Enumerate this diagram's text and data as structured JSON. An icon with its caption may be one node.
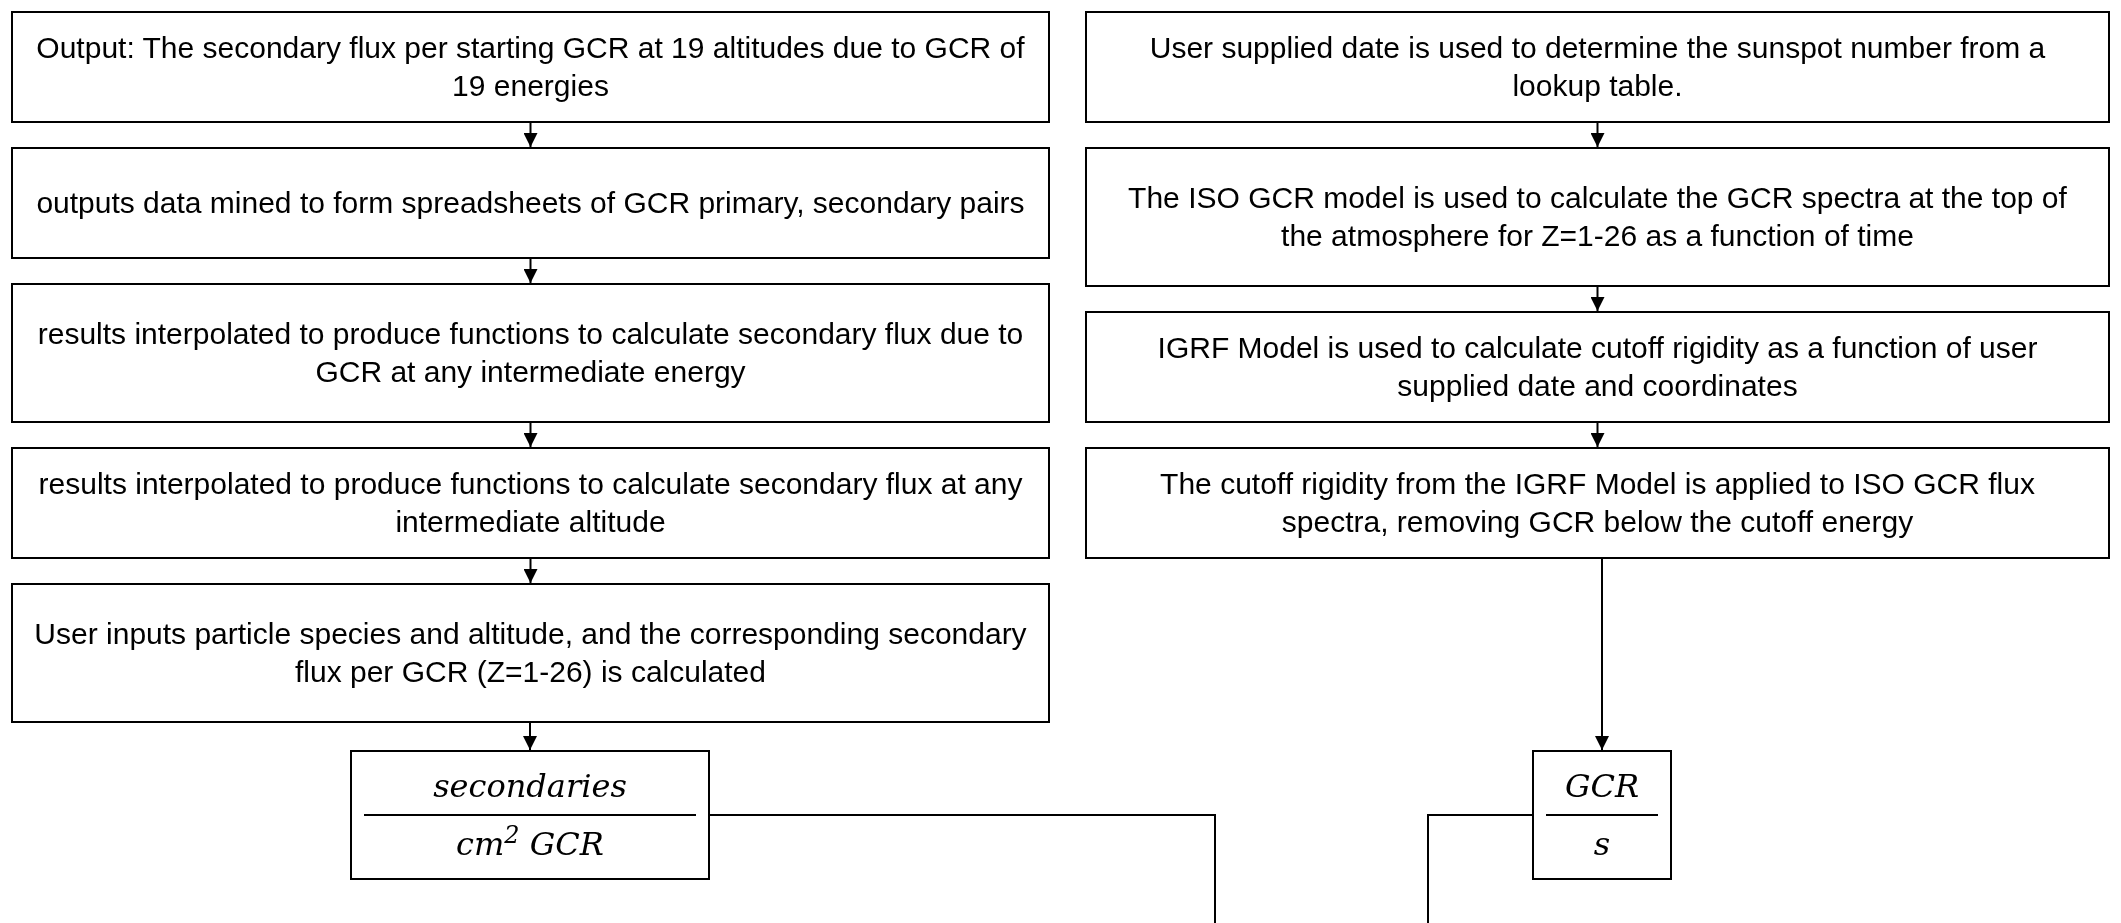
{
  "diagram": {
    "nodes": [
      {
        "text": [
          "Output: The secondary flux per starting GCR at 19 altitudes due to GCR of 19 energies"
        ]
      },
      {
        "text": [
          "outputs data mined to form spreadsheets of GCR primary, secondary pairs"
        ]
      },
      {
        "text": [
          "results interpolated to produce functions to calculate secondary flux due to GCR at any intermediate energy"
        ]
      },
      {
        "text": [
          "results interpolated to produce functions to calculate secondary flux at any intermediate altitude"
        ]
      },
      {
        "text": [
          "User inputs particle species and altitude, and the corresponding secondary flux per GCR (Z=1-26) is calculated"
        ]
      },
      {
        "text": [
          "secondaries",
          "cm$^{2}$ GCR"
        ]
      },
      {
        "text": [
          "User supplied date is used to determine the sunspot number from a lookup table."
        ]
      },
      {
        "text": [
          "The ISO GCR model is used to calculate the GCR spectra at the top of the atmosphere for Z=1-26 as a function of time"
        ]
      },
      {
        "text": [
          "IGRF Model is used to calculate cutoff rigidity as a function of user supplied date and coordinates"
        ]
      },
      {
        "text": [
          "The cutoff rigidity from the IGRF Model is applied to ISO GCR flux spectra, removing GCR below the cutoff energy"
        ]
      },
      {
        "text": [
          "GCR",
          "s"
        ]
      }
    ],
    "edges": [
      {
        "from": 0,
        "to": 1,
        "arrow": "to"
      },
      {
        "from": 1,
        "to": 2,
        "arrow": "to"
      },
      {
        "from": 2,
        "to": 3,
        "arrow": "to"
      },
      {
        "from": 3,
        "to": 4,
        "arrow": "to"
      },
      {
        "from": 4,
        "to": 5,
        "arrow": "to"
      },
      {
        "from": 5,
        "to": null,
        "arrow": "none"
      },
      {
        "from": 6,
        "to": 7,
        "arrow": "to"
      },
      {
        "from": 7,
        "to": 8,
        "arrow": "to"
      },
      {
        "from": 8,
        "to": 9,
        "arrow": "to"
      },
      {
        "from": 9,
        "to": 10,
        "arrow": "to"
      },
      {
        "from": 10,
        "to": null,
        "arrow": "none"
      }
    ]
  }
}
